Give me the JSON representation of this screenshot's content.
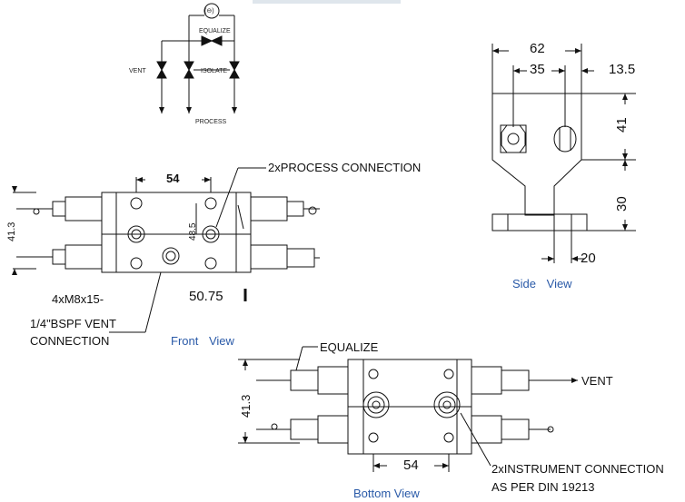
{
  "schematic": {
    "gauge_symbol": "(⊖)",
    "equalize": "EQUALIZE",
    "vent": "VENT",
    "isolate": "ISOLATE",
    "process": "PROCESS"
  },
  "front_view": {
    "title": "Front View",
    "dim_width": "54",
    "dim_height_left": "41.3",
    "dim_height_inner": "48.5",
    "dim_bottom": "50.75",
    "callout_process": "2xPROCESS CONNECTION",
    "callout_bolts": "4xM8x15-",
    "callout_vent_1": "1/4\"BSPF VENT",
    "callout_vent_2": "CONNECTION"
  },
  "side_view": {
    "title": "Side View",
    "dim_62": "62",
    "dim_35": "35",
    "dim_13_5": "13.5",
    "dim_41": "41",
    "dim_30": "30",
    "dim_20": "20"
  },
  "bottom_view": {
    "title": "Bottom View",
    "callout_equalize": "EQUALIZE",
    "callout_vent": "VENT",
    "dim_height": "41.3",
    "dim_width": "54",
    "callout_instrument_1": "2xINSTRUMENT CONNECTION",
    "callout_instrument_2": "AS PER DIN 19213"
  },
  "colors": {
    "line": "#111111",
    "view_label": "#2a5aa8"
  }
}
